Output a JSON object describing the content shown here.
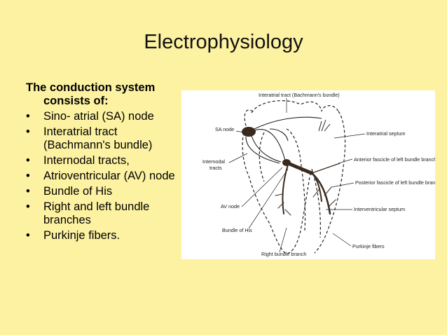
{
  "slide": {
    "title": "Electrophysiology",
    "intro_line1": "The conduction system",
    "intro_line2": "consists of:",
    "bullets": [
      "Sino- atrial (SA) node",
      "Interatrial tract (Bachmann's bundle)",
      "Internodal tracts,",
      "Atrioventricular (AV) node",
      "Bundle of His",
      "Right and left bundle branches",
      "Purkinje fibers."
    ]
  },
  "diagram": {
    "labels": {
      "interatrial_tract": "Interatrial tract (Bachmann's bundle)",
      "sa_node": "SA node",
      "interatrial_septum": "Interatrial septum",
      "internodal_1": "Internodal",
      "internodal_2": "tracts",
      "anterior_fascicle": "Anterior fascicle of left bundle branch",
      "posterior_fascicle": "Posterior fascicle of left bundle branch",
      "av_node": "AV node",
      "interventricular_septum": "Interventricular septum",
      "bundle_of_his": "Bundle of His",
      "purkinje": "Purkinje fibers",
      "right_bundle": "Right bundle branch"
    },
    "colors": {
      "conduction": "#3a2a1e",
      "outline": "#222222"
    }
  }
}
